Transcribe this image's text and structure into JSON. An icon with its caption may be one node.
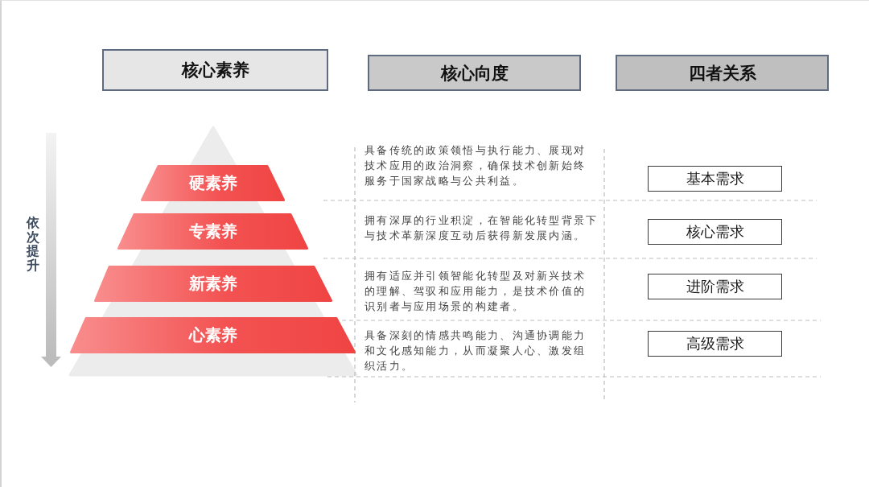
{
  "diagram": {
    "nodes": [
      {
        "text": [
          "核心素养"
        ]
      },
      {
        "text": [
          "核心向度"
        ]
      },
      {
        "text": [
          "四者关系"
        ]
      },
      {
        "text": [
          "硬素养"
        ]
      },
      {
        "text": [
          "专素养"
        ]
      },
      {
        "text": [
          "新素养"
        ]
      },
      {
        "text": [
          "心素养"
        ]
      },
      {
        "text": [
          "基本需求"
        ]
      },
      {
        "text": [
          "核心需求"
        ]
      },
      {
        "text": [
          "进阶需求"
        ]
      },
      {
        "text": [
          "高级需求"
        ]
      }
    ],
    "labels": [
      "依次提升",
      "具备传统的政策领悟与执行能力、展现对技术应用的政治洞察，确保技术创新始终服务于国家战略与公共利益。",
      "拥有深厚的行业积淀，在智能化转型背景下与技术革新深度互动后获得新发展内涵。",
      "拥有适应并引领智能化转型及对新兴技术的理解、驾驭和应用能力，是技术价值的识别者与应用场景的构建者。",
      "具备深刻的情感共鸣能力、沟通协调能力和文化感知能力，从而凝聚人心、激发组织活力。"
    ]
  }
}
